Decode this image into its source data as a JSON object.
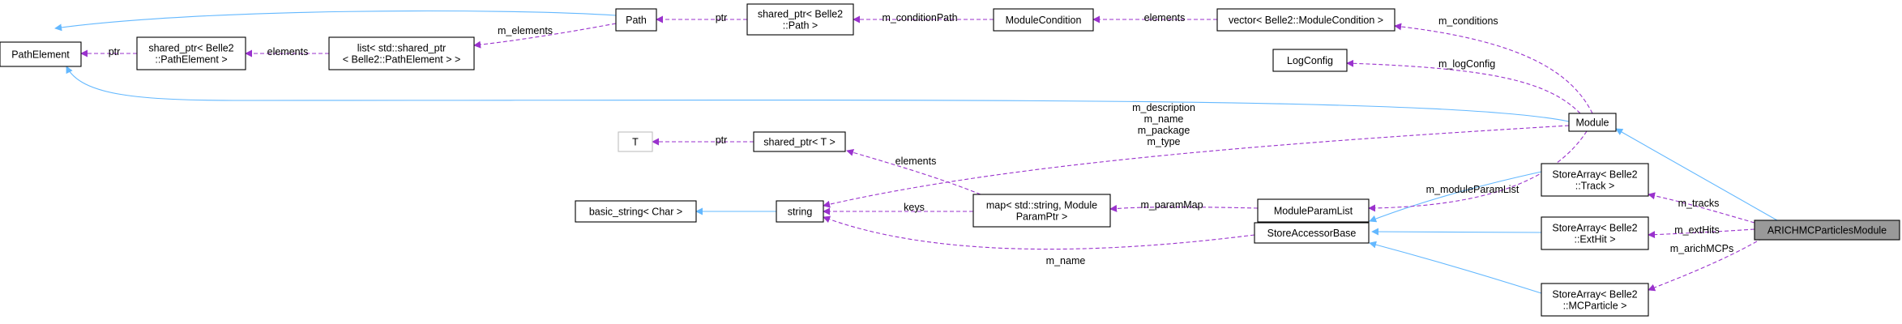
{
  "nodes": {
    "path_element": {
      "lines": [
        "PathElement"
      ]
    },
    "sp_path_element": {
      "lines": [
        "shared_ptr< Belle2",
        "::PathElement >"
      ]
    },
    "list_sp_path_element": {
      "lines": [
        "list< std::shared_ptr",
        "< Belle2::PathElement > >"
      ]
    },
    "path": {
      "lines": [
        "Path"
      ]
    },
    "sp_path": {
      "lines": [
        "shared_ptr< Belle2",
        "::Path >"
      ]
    },
    "module_condition": {
      "lines": [
        "ModuleCondition"
      ]
    },
    "vector_module_condition": {
      "lines": [
        "vector< Belle2::ModuleCondition >"
      ]
    },
    "log_config": {
      "lines": [
        "LogConfig"
      ]
    },
    "module": {
      "lines": [
        "Module"
      ]
    },
    "t": {
      "lines": [
        "T"
      ]
    },
    "sp_t": {
      "lines": [
        "shared_ptr< T >"
      ]
    },
    "basic_string": {
      "lines": [
        "basic_string< Char >"
      ]
    },
    "string": {
      "lines": [
        "string"
      ]
    },
    "map_param": {
      "lines": [
        "map< std::string, Module",
        "ParamPtr >"
      ]
    },
    "module_param_list": {
      "lines": [
        "ModuleParamList"
      ]
    },
    "store_accessor_base": {
      "lines": [
        "StoreAccessorBase"
      ]
    },
    "sa_track": {
      "lines": [
        "StoreArray< Belle2",
        "::Track >"
      ]
    },
    "sa_exthit": {
      "lines": [
        "StoreArray< Belle2",
        "::ExtHit >"
      ]
    },
    "sa_mcparticle": {
      "lines": [
        "StoreArray< Belle2",
        "::MCParticle >"
      ]
    },
    "arich_module": {
      "lines": [
        "ARICHMCParticlesModule"
      ]
    }
  },
  "edges": {
    "e_ptr1": [
      "ptr"
    ],
    "e_elements1": [
      "elements"
    ],
    "e_m_elements": [
      "m_elements"
    ],
    "e_ptr2": [
      "ptr"
    ],
    "e_m_conditionpath": [
      "m_conditionPath"
    ],
    "e_elements2": [
      "elements"
    ],
    "e_m_conditions": [
      "m_conditions"
    ],
    "e_m_logconfig": [
      "m_logConfig"
    ],
    "e_ptr3": [
      "ptr"
    ],
    "e_elements3": [
      "elements"
    ],
    "e_m_description": [
      "m_description",
      "m_name",
      "m_package",
      "m_type"
    ],
    "e_keys": [
      "keys"
    ],
    "e_m_parammap": [
      "m_paramMap"
    ],
    "e_m_moduleparamlist": [
      "m_moduleParamList"
    ],
    "e_m_name": [
      "m_name"
    ],
    "e_m_tracks": [
      "m_tracks"
    ],
    "e_m_exthits": [
      "m_extHits"
    ],
    "e_m_arichmcps": [
      "m_arichMCPs"
    ]
  }
}
